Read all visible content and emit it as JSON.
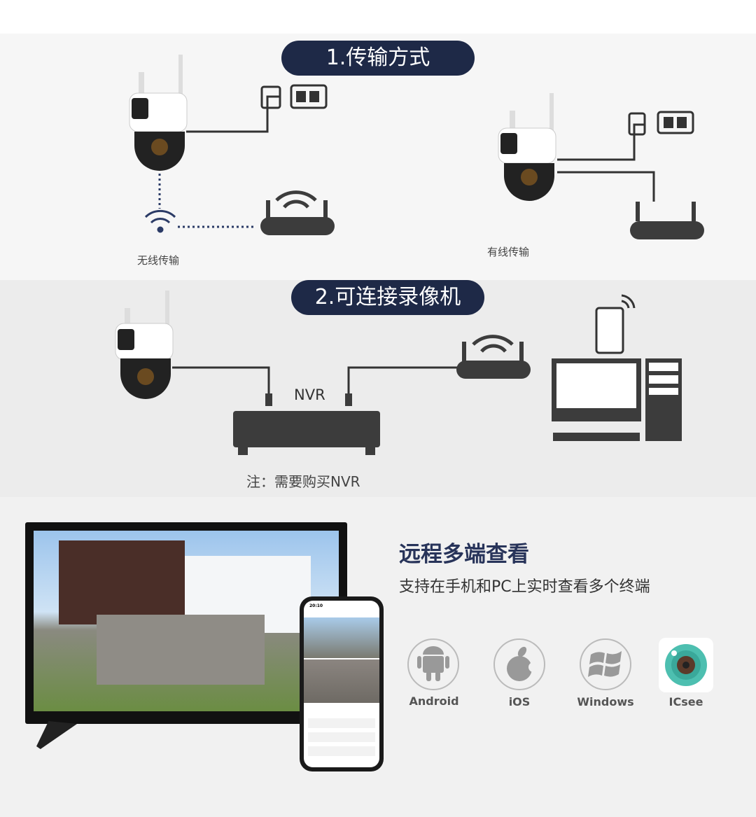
{
  "section1": {
    "title": "1.传输方式",
    "wireless_label": "无线传输",
    "wired_label": "有线传输"
  },
  "section2": {
    "title": "2.可连接录像机",
    "nvr_label": "NVR",
    "note": "注：需要购买NVR"
  },
  "section3": {
    "title": "远程多端查看",
    "subtitle": "支持在手机和PC上实时查看多个终端",
    "phone_time": "20:10",
    "platforms": [
      {
        "label": "Android",
        "icon": "android-icon"
      },
      {
        "label": "iOS",
        "icon": "apple-icon"
      },
      {
        "label": "Windows",
        "icon": "windows-icon"
      },
      {
        "label": "ICsee",
        "icon": "icsee-app-icon"
      }
    ]
  },
  "colors": {
    "pill": "#1e2947",
    "heading": "#28345a",
    "device": "#3c3c3c",
    "icsee": "#4dbfb0"
  }
}
